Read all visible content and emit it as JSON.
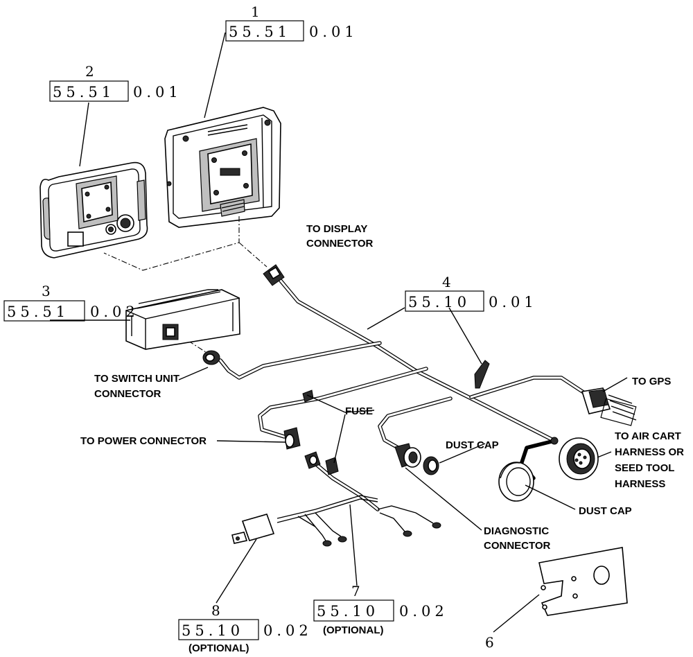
{
  "items": [
    {
      "number": "1",
      "ref_boxed": "55.51",
      "ref_suffix": "0.01",
      "note": ""
    },
    {
      "number": "2",
      "ref_boxed": "55.51",
      "ref_suffix": "0.01",
      "note": ""
    },
    {
      "number": "3",
      "ref_boxed": "55.51",
      "ref_suffix": "0.02",
      "note": ""
    },
    {
      "number": "4",
      "ref_boxed": "55.10",
      "ref_suffix": "0.01",
      "note": ""
    },
    {
      "number": "6",
      "ref_boxed": "",
      "ref_suffix": "",
      "note": ""
    },
    {
      "number": "7",
      "ref_boxed": "55.10",
      "ref_suffix": "0.02",
      "note": "(OPTIONAL)"
    },
    {
      "number": "8",
      "ref_boxed": "55.10",
      "ref_suffix": "0.02",
      "note": "(OPTIONAL)"
    }
  ],
  "callouts": {
    "to_display_connector": [
      "TO DISPLAY",
      "CONNECTOR"
    ],
    "to_switch_unit_connector": [
      "TO SWITCH UNIT",
      "CONNECTOR"
    ],
    "to_power_connector": "TO POWER CONNECTOR",
    "fuse": "FUSE",
    "to_gps": "TO GPS",
    "to_air_cart": [
      "TO AIR CART",
      "HARNESS OR",
      "SEED TOOL",
      "HARNESS"
    ],
    "dust_cap_1": "DUST CAP",
    "dust_cap_2": "DUST CAP",
    "diagnostic_connector": [
      "DIAGNOSTIC",
      "CONNECTOR"
    ]
  }
}
